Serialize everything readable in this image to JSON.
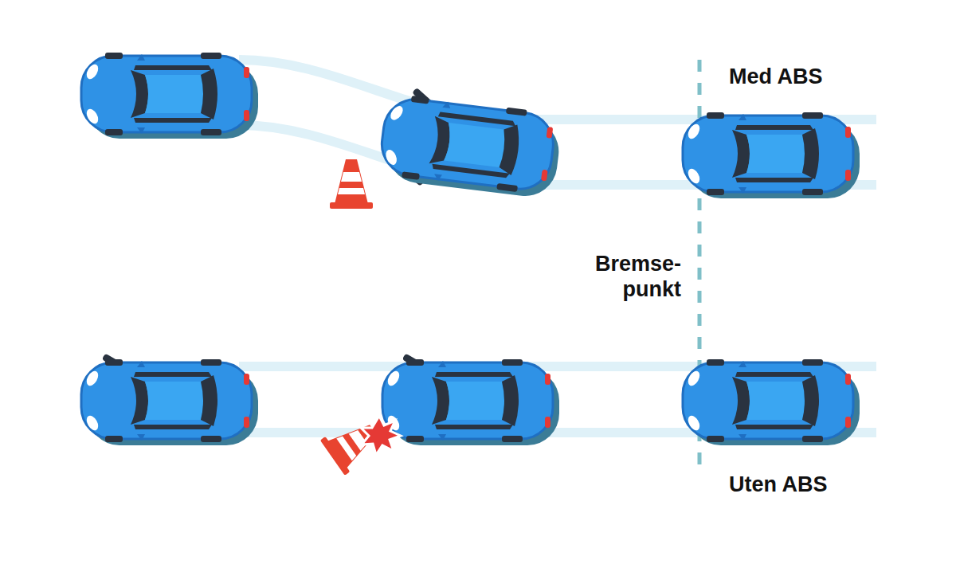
{
  "diagram": {
    "labels": [
      "Med ABS",
      "Bremse- punkt",
      "Uten ABS"
    ]
  }
}
